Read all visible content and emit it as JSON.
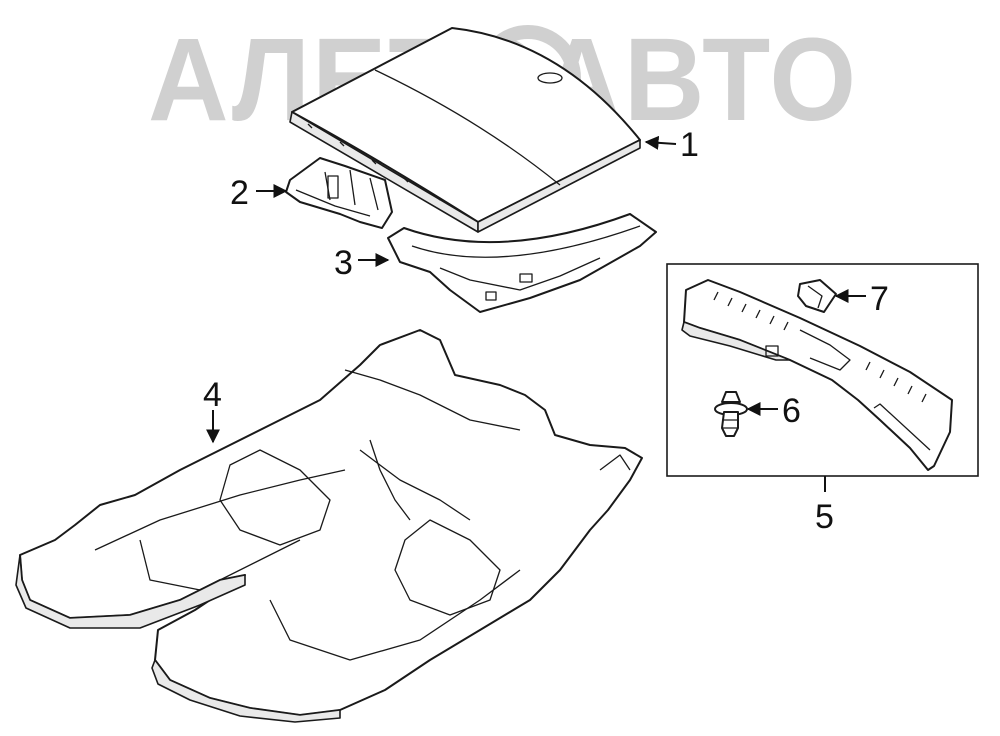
{
  "watermark": {
    "text": "АЛЕТОАВТО",
    "color": "#c8c8c8"
  },
  "callouts": [
    {
      "id": "1",
      "label": "1"
    },
    {
      "id": "2",
      "label": "2"
    },
    {
      "id": "3",
      "label": "3"
    },
    {
      "id": "4",
      "label": "4"
    },
    {
      "id": "5",
      "label": "5"
    },
    {
      "id": "6",
      "label": "6"
    },
    {
      "id": "7",
      "label": "7"
    }
  ],
  "colors": {
    "line": "#1a1a1a",
    "background": "#ffffff"
  }
}
